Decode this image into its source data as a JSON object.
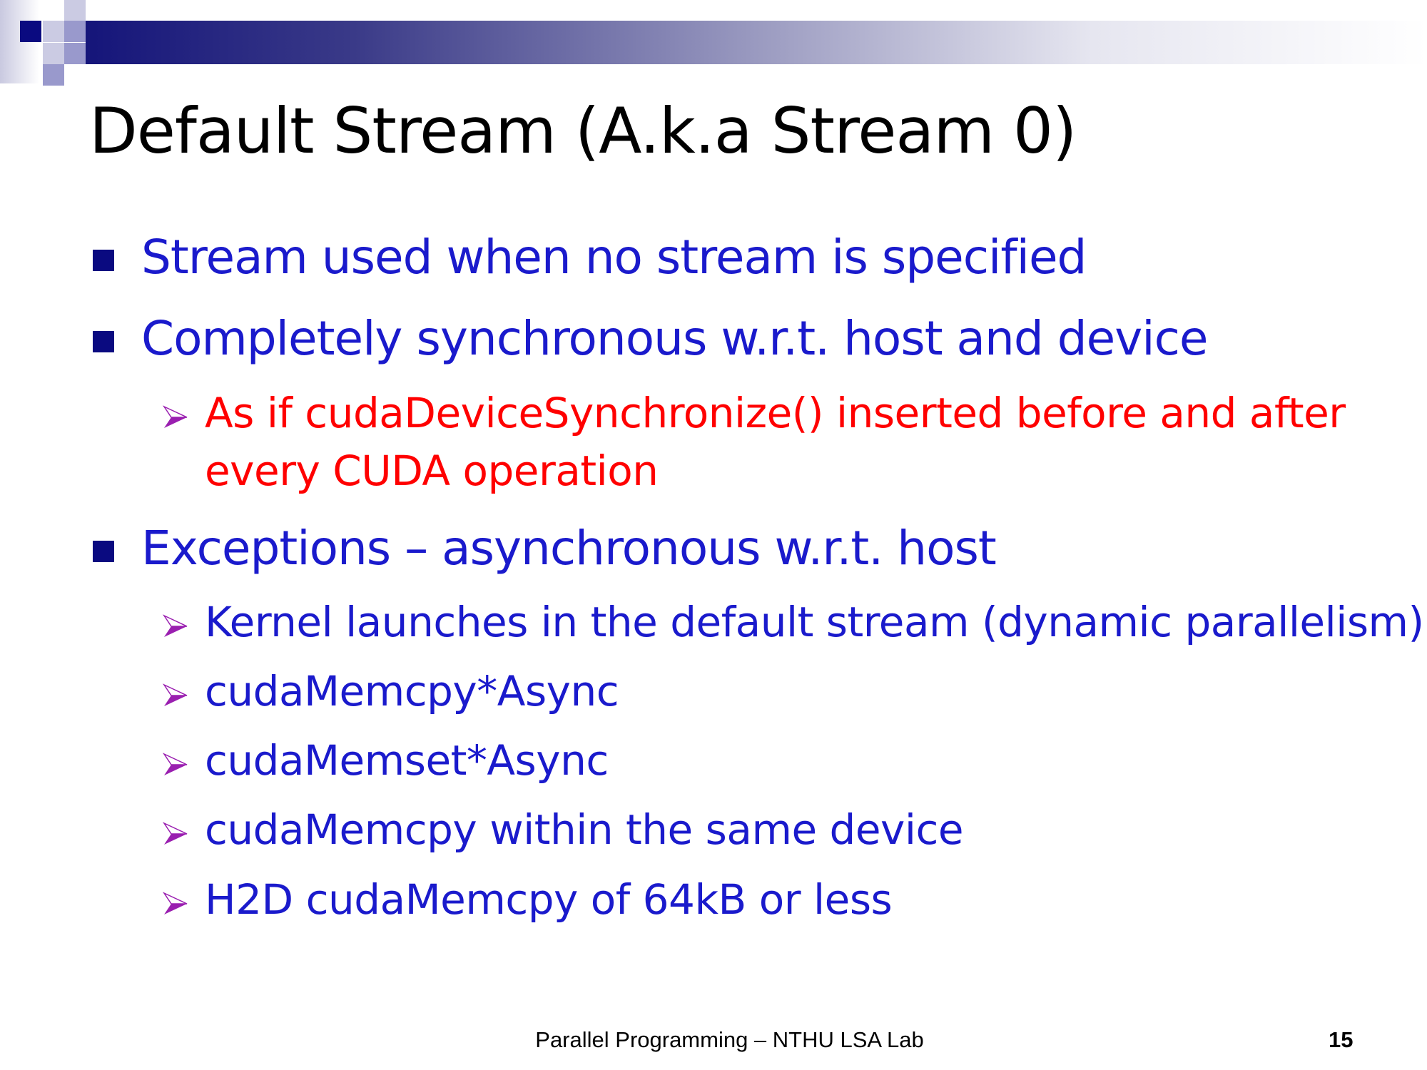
{
  "slide": {
    "title": "Default Stream (A.k.a Stream 0)",
    "bullets": [
      {
        "text": "Stream used when no stream is specified"
      },
      {
        "text": "Completely synchronous w.r.t. host and device",
        "sub": [
          "As if cudaDeviceSynchronize() inserted before and after",
          "every CUDA operation"
        ]
      },
      {
        "text": "Exceptions – asynchronous w.r.t. host",
        "sub": [
          "Kernel launches in the default stream (dynamic parallelism)",
          "cudaMemcpy*Async",
          "cudaMemset*Async",
          "cudaMemcpy within the same device",
          "H2D cudaMemcpy of 64kB or less"
        ]
      }
    ],
    "footer": "Parallel Programming – NTHU LSA Lab",
    "page_number": "15"
  },
  "colors": {
    "bullet_text": "#1a1acc",
    "highlight": "#ff0000",
    "arrow": "#9a1fb0",
    "square": "#0a0a80"
  }
}
